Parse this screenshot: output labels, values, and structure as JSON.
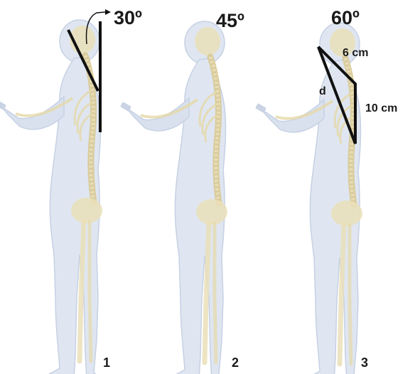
{
  "figures": [
    {
      "id": "1",
      "angle_label": "30º",
      "number_label": "1"
    },
    {
      "id": "2",
      "angle_label": "45º",
      "number_label": "2"
    },
    {
      "id": "3",
      "angle_label": "60º",
      "number_label": "3"
    }
  ],
  "dimensions": {
    "top_segment": "6 cm",
    "spine_segment": "10 cm",
    "distance": "d"
  },
  "colors": {
    "body_fill": "#dfe6f1",
    "body_outline": "#c6d1e4",
    "bone": "#eadfb8",
    "bone_dark": "#d8c78f",
    "line": "#111111"
  }
}
